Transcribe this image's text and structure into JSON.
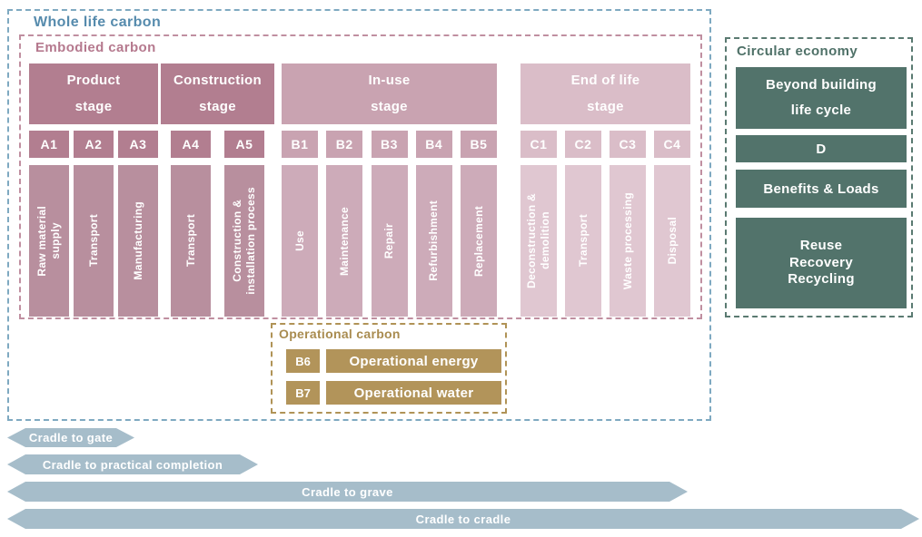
{
  "palette": {
    "whole_life_blue": "#568bad",
    "whole_life_border": "#7ea9c1",
    "embodied_mauve": "#b5798e",
    "stage_a_fill": "#b27e90",
    "stage_a_column": "#b88f9e",
    "stage_b_fill": "#c9a3b1",
    "stage_b_column": "#cdabb9",
    "stage_c_fill": "#dabdc8",
    "stage_c_column": "#e0c7d1",
    "teal": "#52736b",
    "gold": "#b2945a",
    "arrow_blue": "#a6bdca",
    "text_on_fill": "#ffffff"
  },
  "whole_life": {
    "title": "Whole life carbon"
  },
  "embodied": {
    "title": "Embodied carbon",
    "groups": [
      {
        "header": "Product\nstage",
        "codes": [
          "A1",
          "A2",
          "A3"
        ],
        "columns": [
          "Raw material\nsupply",
          "Transport",
          "Manufacturing"
        ]
      },
      {
        "header": "Construction\nstage",
        "codes": [
          "A4",
          "A5"
        ],
        "columns": [
          "Transport",
          "Construction &\ninstallation process"
        ]
      },
      {
        "header": "In-use\nstage",
        "codes": [
          "B1",
          "B2",
          "B3",
          "B4",
          "B5"
        ],
        "columns": [
          "Use",
          "Maintenance",
          "Repair",
          "Refurbishment",
          "Replacement"
        ]
      },
      {
        "header": "End of life\nstage",
        "codes": [
          "C1",
          "C2",
          "C3",
          "C4"
        ],
        "columns": [
          "Deconstruction &\ndemolition",
          "Transport",
          "Waste processing",
          "Disposal"
        ]
      }
    ]
  },
  "circular_economy": {
    "title": "Circular economy",
    "boxes": [
      "Beyond building\nlife cycle",
      "D",
      "Benefits & Loads",
      "Reuse\nRecovery\nRecycling"
    ]
  },
  "operational": {
    "title": "Operational carbon",
    "rows": [
      {
        "code": "B6",
        "label": "Operational energy"
      },
      {
        "code": "B7",
        "label": "Operational water"
      }
    ]
  },
  "arrows": [
    {
      "label": "Cradle to gate"
    },
    {
      "label": "Cradle to practical completion"
    },
    {
      "label": "Cradle to grave"
    },
    {
      "label": "Cradle to cradle"
    }
  ]
}
